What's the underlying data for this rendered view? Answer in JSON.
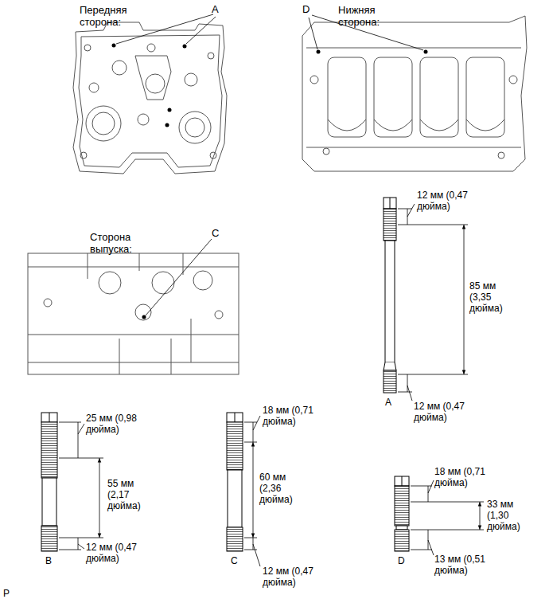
{
  "diagram": {
    "labels": [
      "Передняя сторона:",
      "A",
      "Нижняя сторона:",
      "D",
      "Сторона выпуска:",
      "C",
      "12 мм (0,47 дюйма)",
      "85 мм (3,35 дюйма)",
      "12 мм (0,47 дюйма)",
      "A",
      "25 мм (0,98 дюйма)",
      "55 мм (2,17 дюйма)",
      "12 мм (0,47 дюйма)",
      "B",
      "18 мм (0,71 дюйма)",
      "60 мм (2,36 дюйма)",
      "12 мм (0,47 дюйма)",
      "C",
      "18 мм (0,71 дюйма)",
      "33 мм (1,30 дюйма)",
      "13 мм (0,51 дюйма)",
      "D",
      "P"
    ]
  }
}
